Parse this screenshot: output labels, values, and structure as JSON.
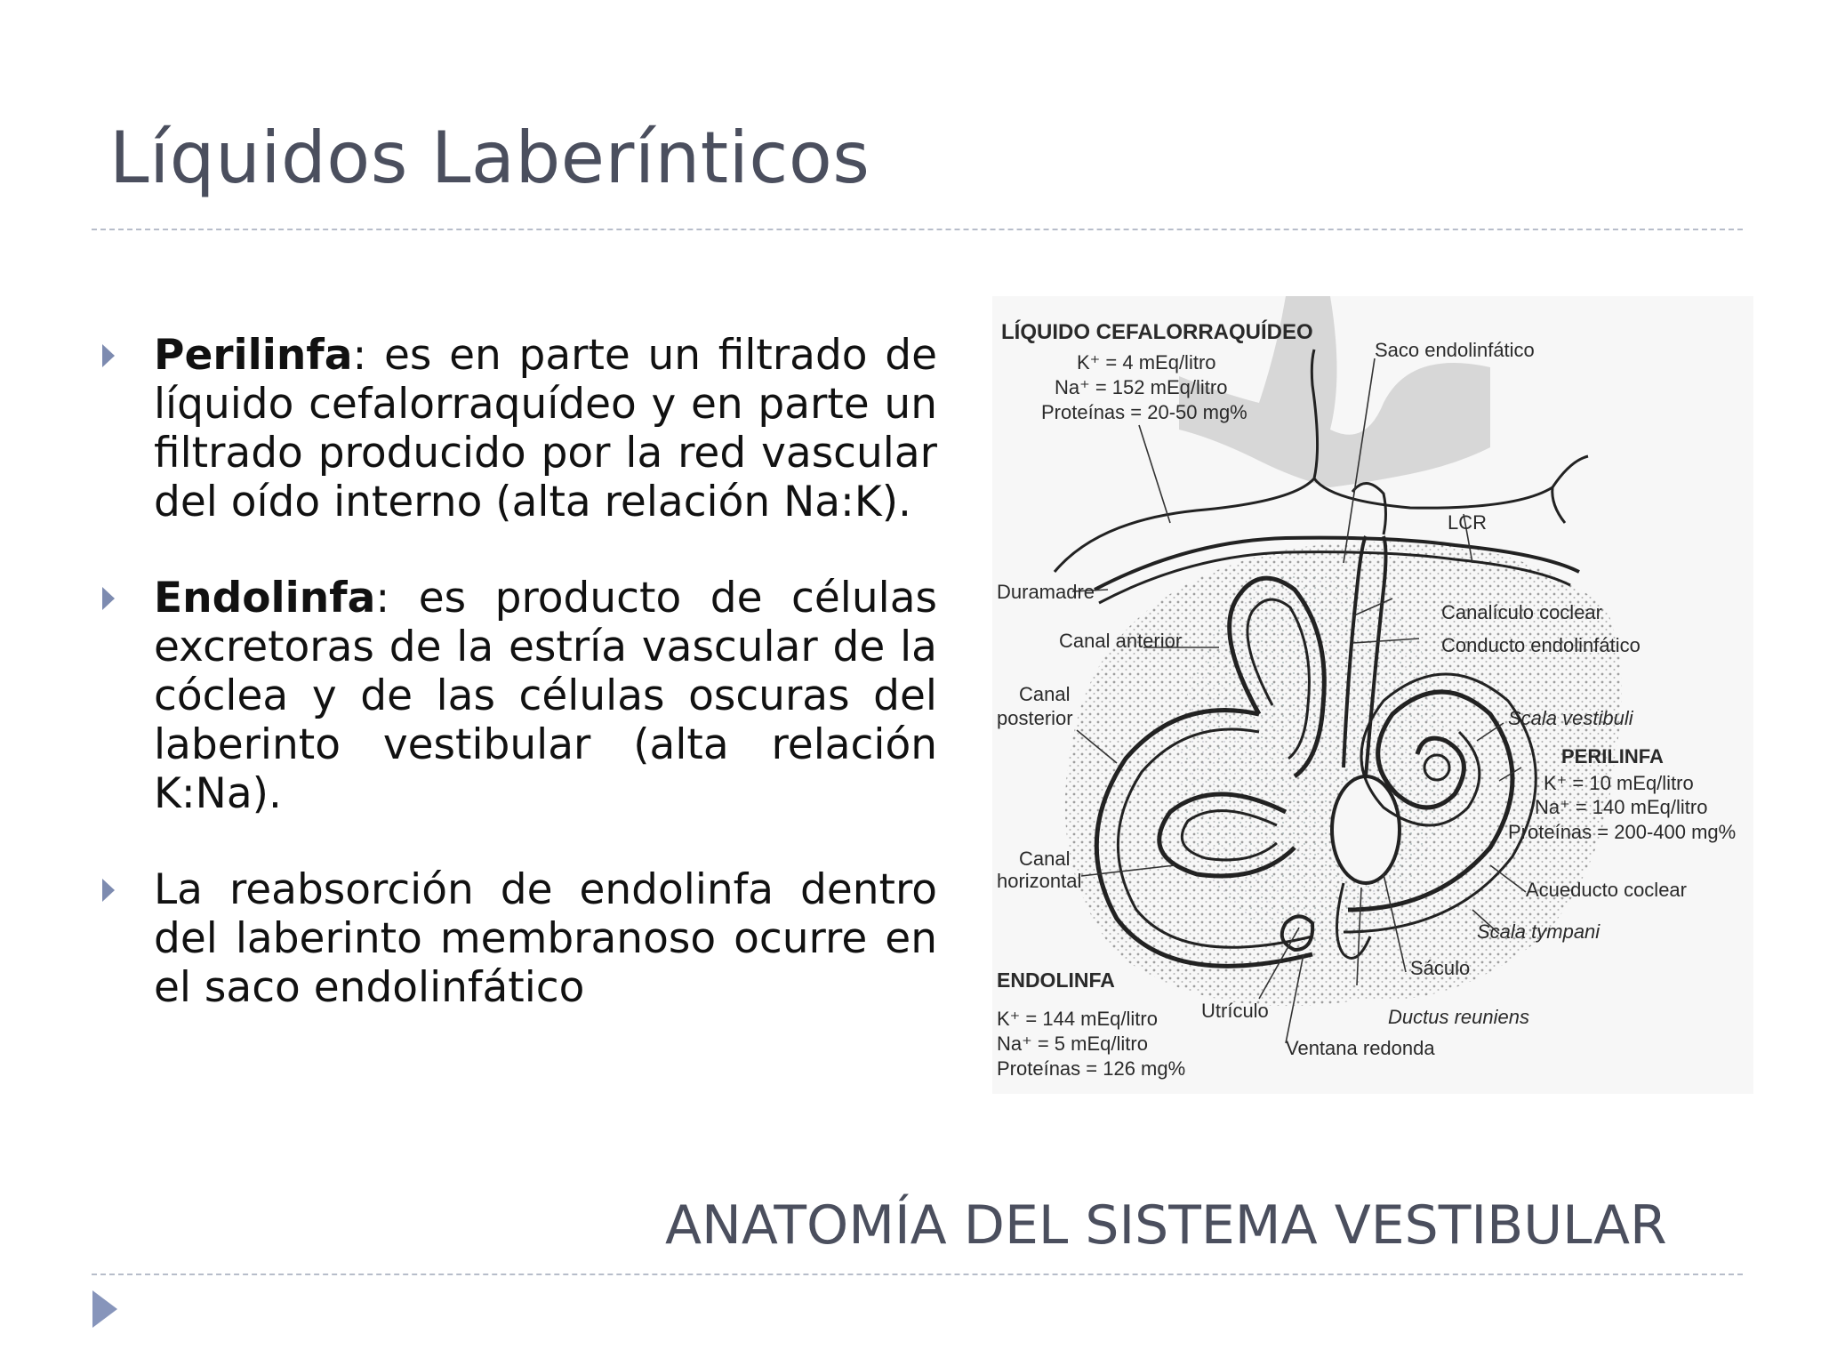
{
  "slide": {
    "title": "Líquidos Laberínticos",
    "footer": "ANATOMÍA DEL SISTEMA VESTIBULAR"
  },
  "bullets": [
    {
      "term": "Perilinfa",
      "text": ": es en parte un filtrado de líquido cefalorraquídeo y en parte un filtrado producido por la red vascular del oído interno (alta relación Na:K)."
    },
    {
      "term": "Endolinfa",
      "text": ": es producto de células excretoras de la estría vascular de la cóclea y de las células oscuras del laberinto vestibular (alta relación K:Na)."
    },
    {
      "term": "",
      "text": "La reabsorción de endolinfa dentro del laberinto membranoso ocurre en el saco endolinfático"
    }
  ],
  "figure": {
    "labels": {
      "lcr_title": "LÍQUIDO CEFALORRAQUÍDEO",
      "lcr_k": "K⁺ = 4 mEq/litro",
      "lcr_na": "Na⁺ = 152 mEq/litro",
      "lcr_prot": "Proteínas = 20-50 mg%",
      "saco": "Saco endolinfático",
      "lcr": "LCR",
      "duramadre": "Duramadre",
      "canal_anterior": "Canal anterior",
      "canaliculo": "Canalículo coclear",
      "conducto": "Conducto endolinfático",
      "canal_posterior_1": "Canal",
      "canal_posterior_2": "posterior",
      "scala_vestibuli": "Scala vestibuli",
      "perilinfa_title": "PERILINFA",
      "peri_k": "K⁺ = 10 mEq/litro",
      "peri_na": "Na⁺ = 140 mEq/litro",
      "peri_prot": "Proteínas = 200-400 mg%",
      "canal_horizontal_1": "Canal",
      "canal_horizontal_2": "horizontal",
      "acueducto": "Acueducto coclear",
      "scala_tympani": "Scala tympani",
      "endolinfa_title": "ENDOLINFA",
      "sacculo": "Sáculo",
      "endo_k": "K⁺ = 144 mEq/litro",
      "endo_na": "Na⁺ = 5 mEq/litro",
      "endo_prot": "Proteínas = 126 mg%",
      "utriculo": "Utrículo",
      "ductus": "Ductus reuniens",
      "ventana": "Ventana redonda"
    }
  }
}
